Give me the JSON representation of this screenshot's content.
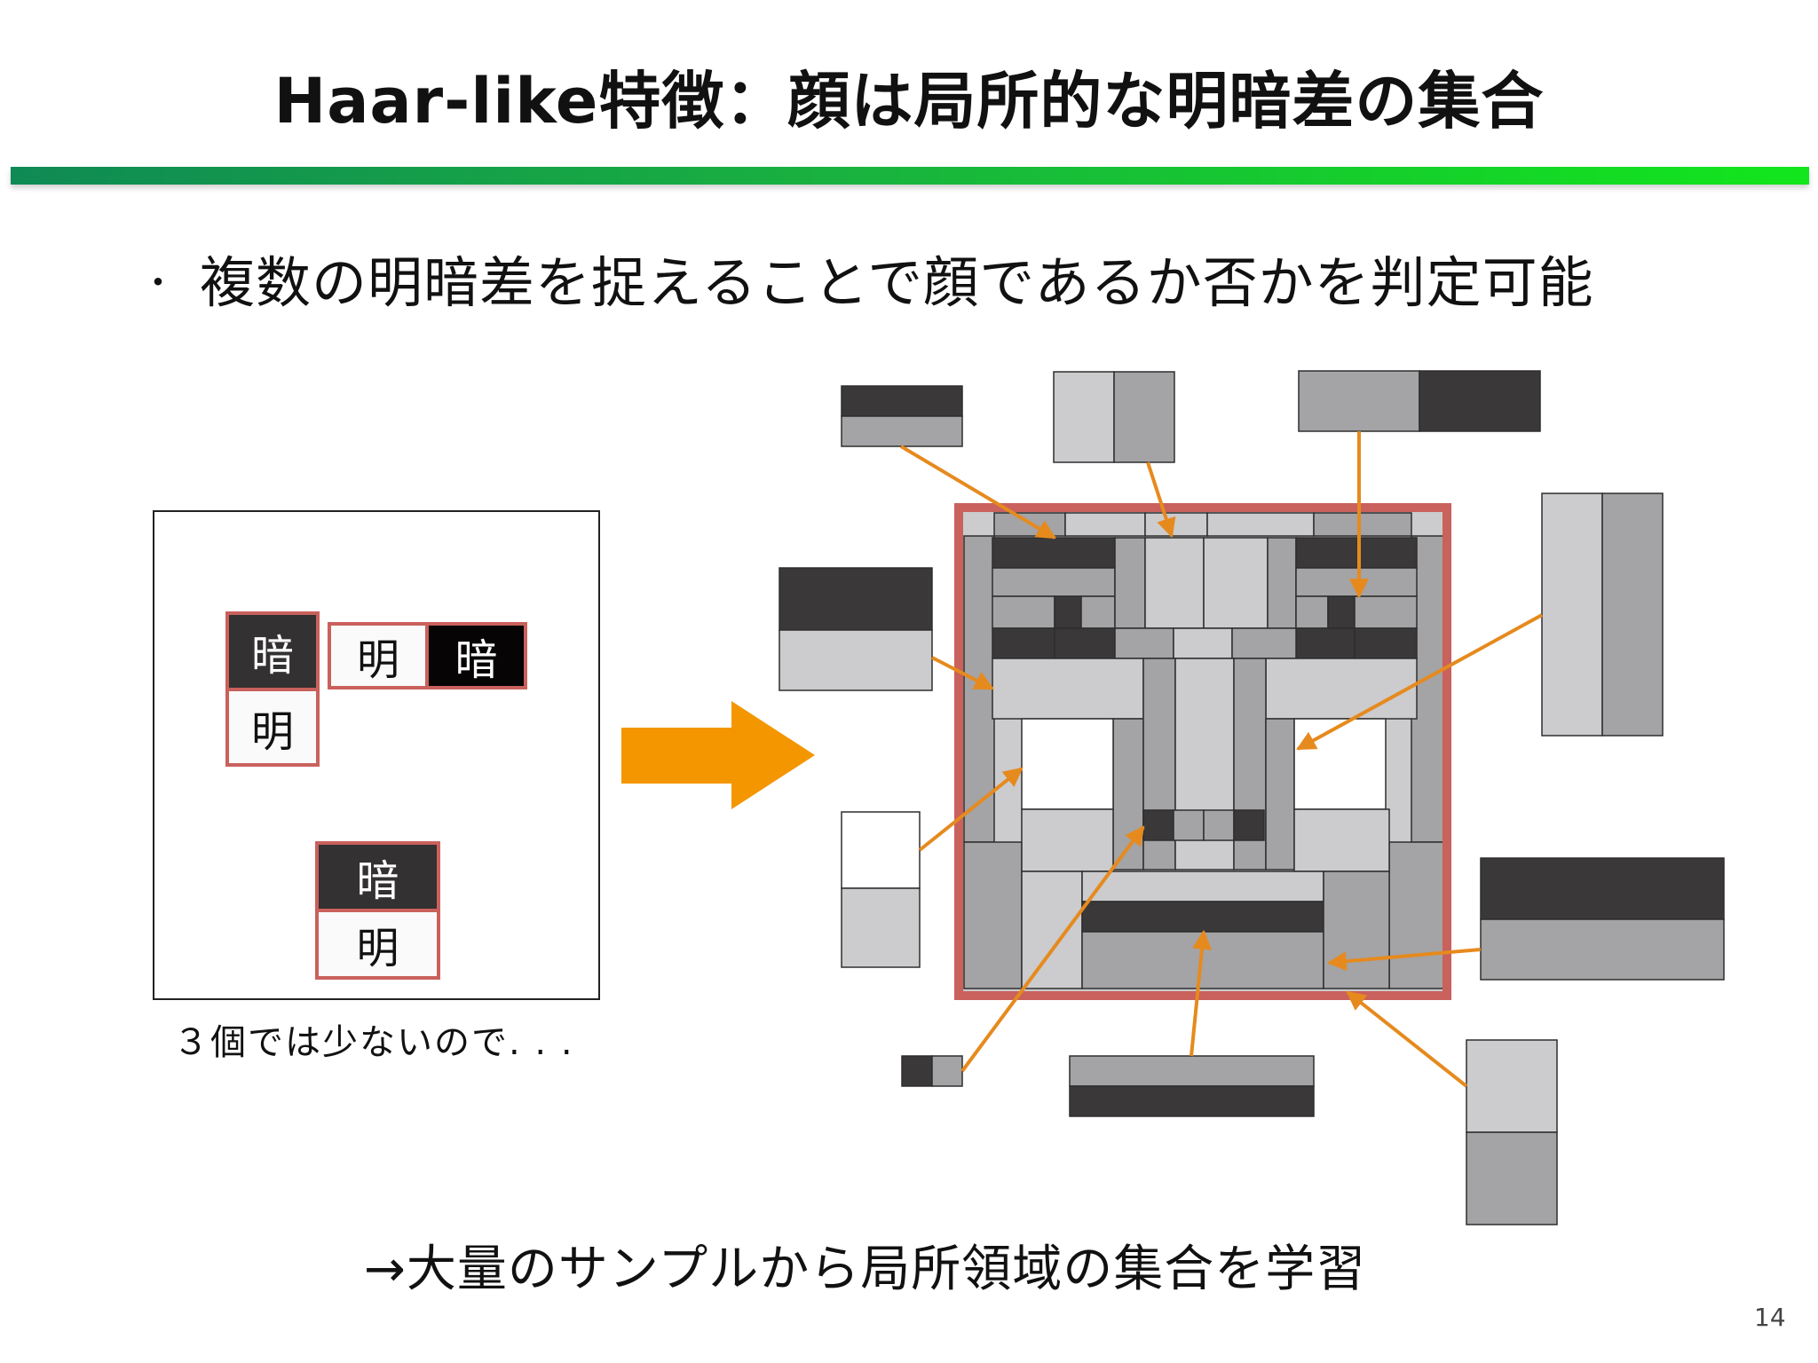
{
  "title": "Haar-like特徴：顔は局所的な明暗差の集合",
  "bullet": {
    "symbol": "・",
    "text": "複数の明暗差を捉えることで顔であるか否かを判定可能"
  },
  "example": {
    "vertical_pair_top": {
      "top_label": "暗",
      "bottom_label": "明"
    },
    "horizontal_pair": {
      "left_label": "明",
      "right_label": "暗"
    },
    "vertical_pair_bottom": {
      "top_label": "暗",
      "bottom_label": "明"
    },
    "caption": "３個では少ないので. . ."
  },
  "conclusion": "→大量のサンプルから局所領域の集合を学習",
  "page_number": "14",
  "colors": {
    "frame_red": "#c9615c",
    "arrow_orange": "#f39600",
    "pointer_orange": "#e68a1e",
    "dark": "#3a3839",
    "mid": "#a4a3a5",
    "light": "#cccbcd",
    "white": "#ffffff"
  }
}
